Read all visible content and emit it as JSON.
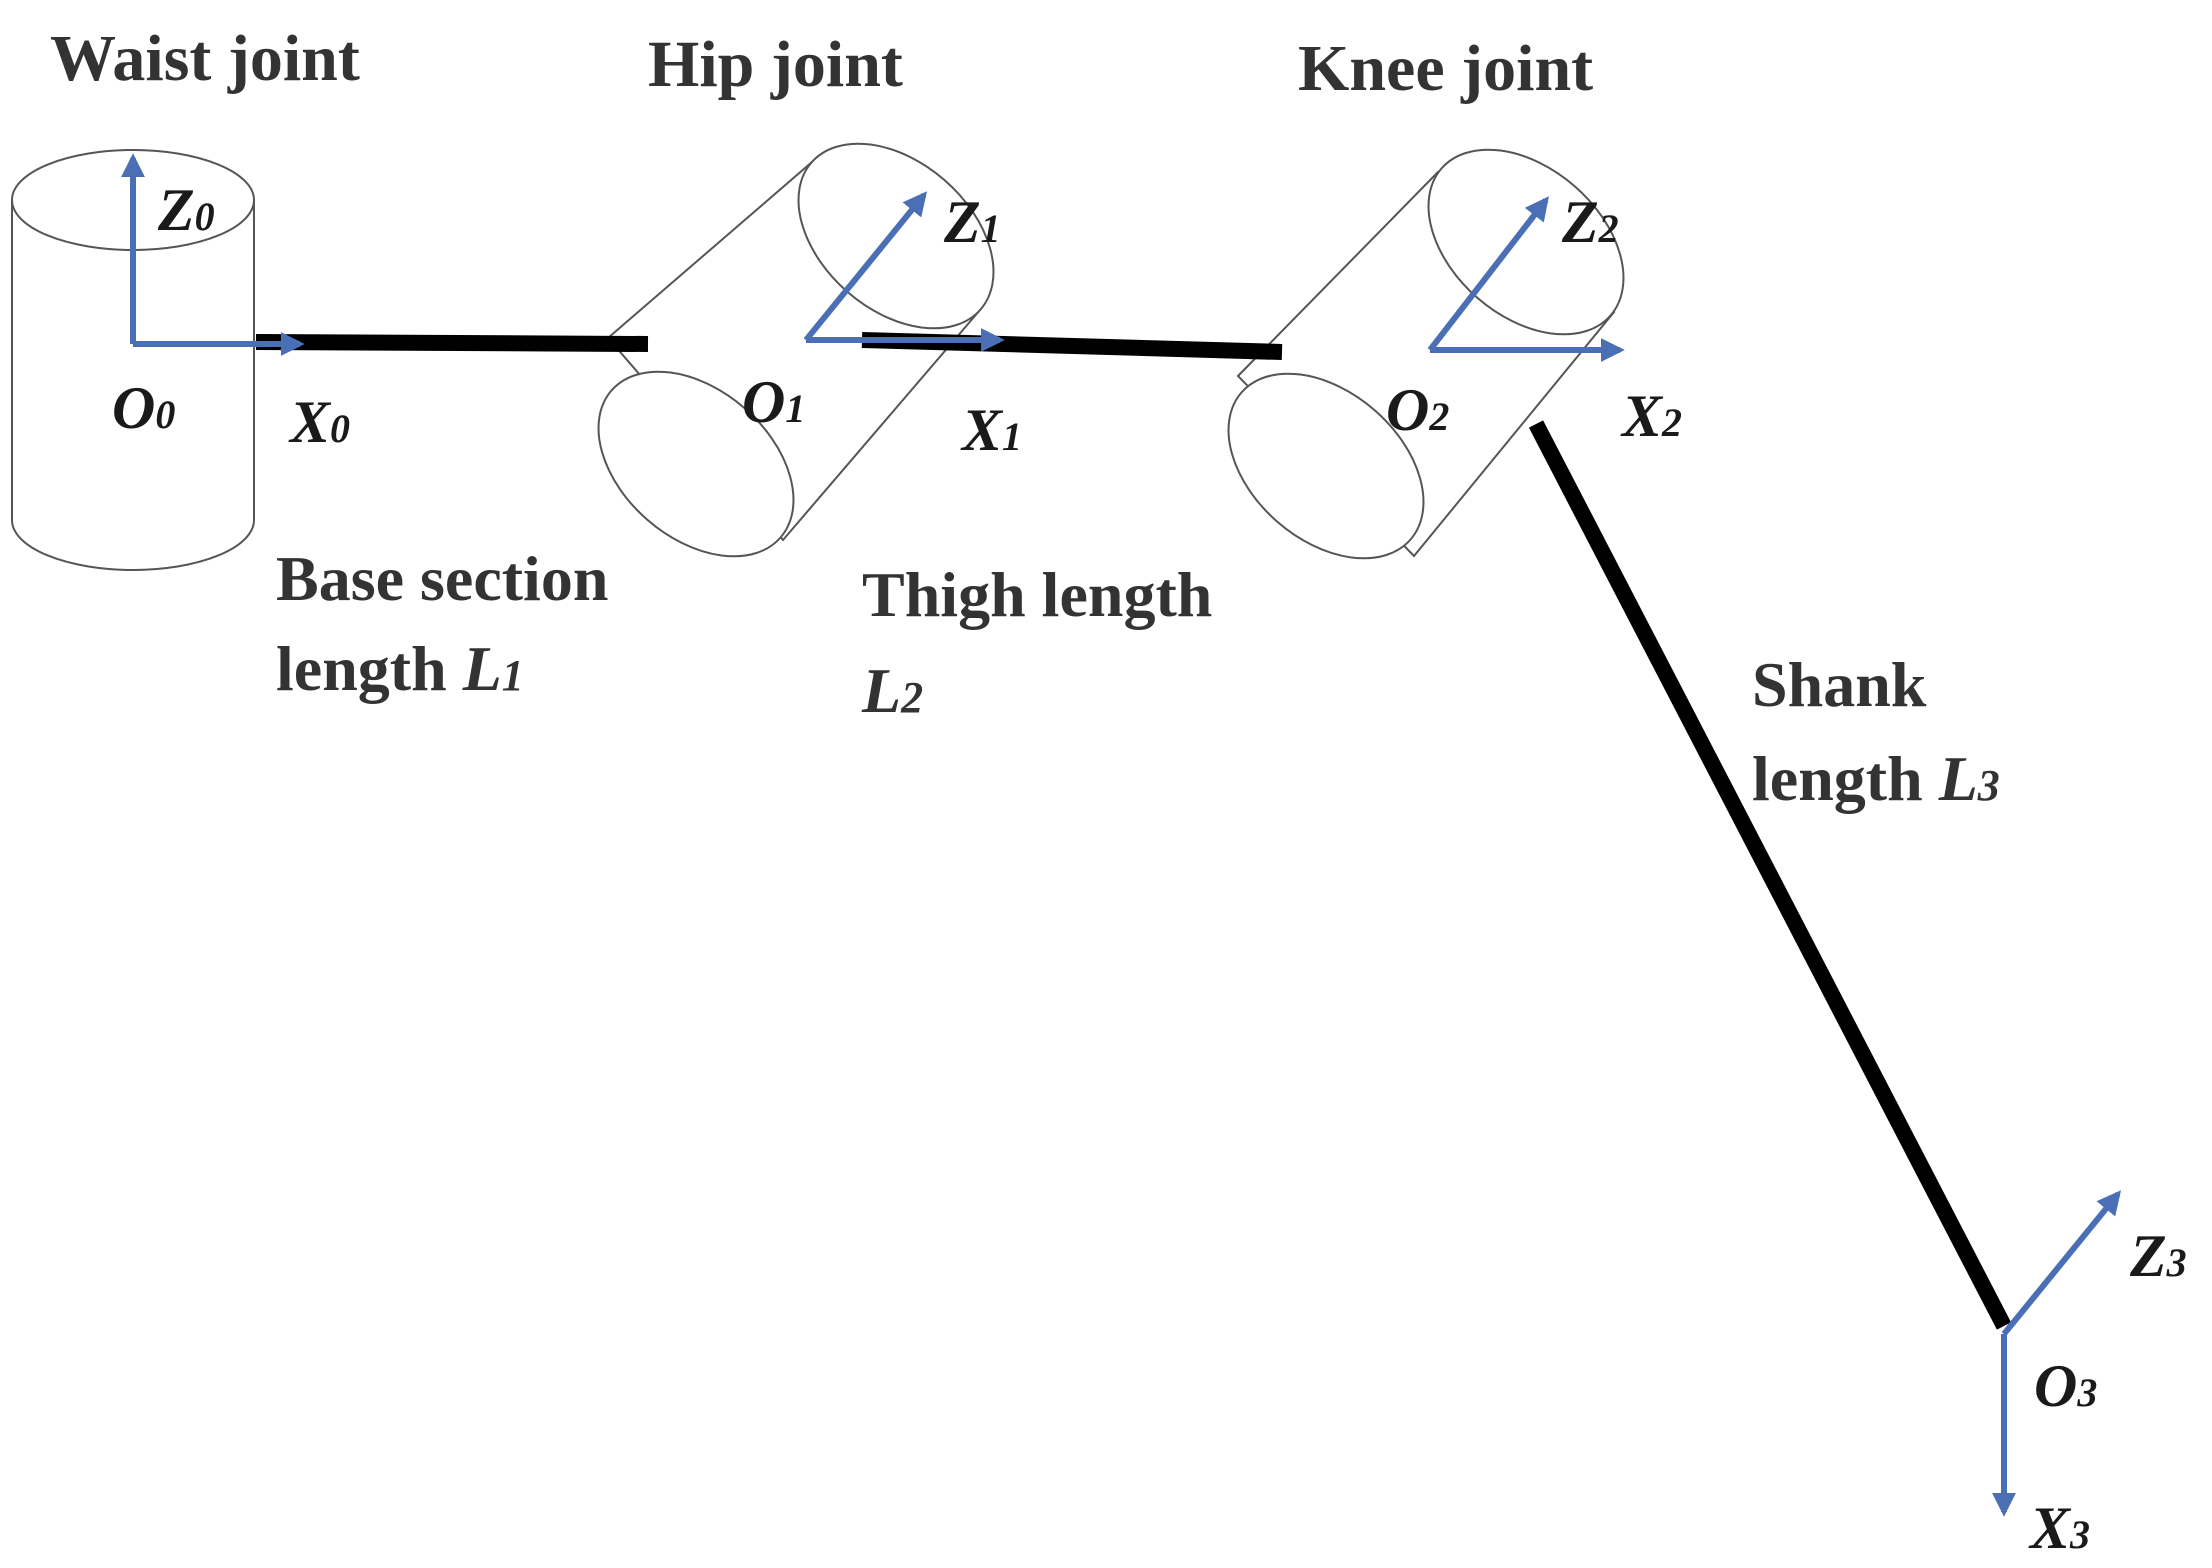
{
  "joints": {
    "waist": {
      "title": "Waist joint"
    },
    "hip": {
      "title": "Hip joint"
    },
    "knee": {
      "title": "Knee joint"
    }
  },
  "frames": [
    {
      "origin": "O",
      "sub": "0",
      "x": "X",
      "x_sub": "0",
      "z": "Z",
      "z_sub": "0"
    },
    {
      "origin": "O",
      "sub": "1",
      "x": "X",
      "x_sub": "1",
      "z": "Z",
      "z_sub": "1"
    },
    {
      "origin": "O",
      "sub": "2",
      "x": "X",
      "x_sub": "2",
      "z": "Z",
      "z_sub": "2"
    },
    {
      "origin": "O",
      "sub": "3",
      "x": "X",
      "x_sub": "3",
      "z": "Z",
      "z_sub": "3"
    }
  ],
  "lengths": {
    "base": {
      "line1": "Base section",
      "line2": "length ",
      "sym": "L",
      "sub": "1"
    },
    "thigh": {
      "line1": "Thigh length",
      "sym": "L",
      "sub": "2"
    },
    "shank": {
      "line1": "Shank",
      "line2": "length ",
      "sym": "L",
      "sub": "3"
    }
  },
  "colors": {
    "axis": "#4a6fb5",
    "link": "#000000",
    "outline": "#555555"
  }
}
